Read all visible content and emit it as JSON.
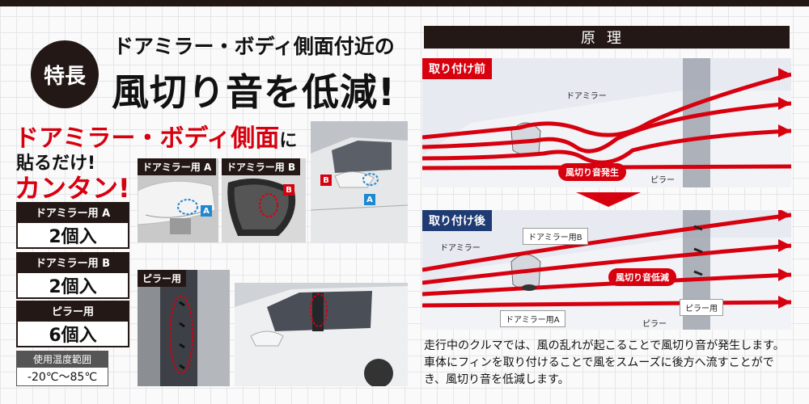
{
  "feature": {
    "badge": "特長",
    "headline_line1": "ドアミラー・ボディ側面付近の",
    "headline_line2": "風切り音を低減!"
  },
  "lead": {
    "line1_red": "ドアミラー・ボディ側面",
    "line1_suffix": "に",
    "line2": "貼るだけ!",
    "line3": "カンタン!"
  },
  "quantities": [
    {
      "label": "ドアミラー用 A",
      "value": "2個入"
    },
    {
      "label": "ドアミラー用 B",
      "value": "2個入"
    },
    {
      "label": "ピラー用",
      "value": "6個入"
    }
  ],
  "temperature": {
    "label": "使用温度範囲",
    "value": "-20℃〜85℃"
  },
  "photos": {
    "mirror_a_label": "ドアミラー用 A",
    "mirror_b_label": "ドアミラー用 B",
    "pillar_label": "ピラー用",
    "tag_a": "A",
    "tag_b": "B"
  },
  "principle": {
    "title": "原理",
    "before": {
      "label": "取り付け前",
      "mirror": "ドアミラー",
      "noise": "風切り音発生",
      "pillar": "ピラー"
    },
    "after": {
      "label": "取り付け後",
      "mirror": "ドアミラー",
      "mirror_b": "ドアミラー用B",
      "mirror_a": "ドアミラー用A",
      "noise": "風切り音低減",
      "pillar_part": "ピラー用",
      "pillar": "ピラー"
    },
    "description": "走行中のクルマでは、風の乱れが起こることで風切り音が発生します。車体にフィンを取り付けることで風をスムーズに後方へ流すことができ、風切り音を低減します。"
  },
  "colors": {
    "accent_red": "#d7000f",
    "dark": "#231815",
    "navy": "#1f3b73",
    "tag_blue": "#1e88d0"
  }
}
